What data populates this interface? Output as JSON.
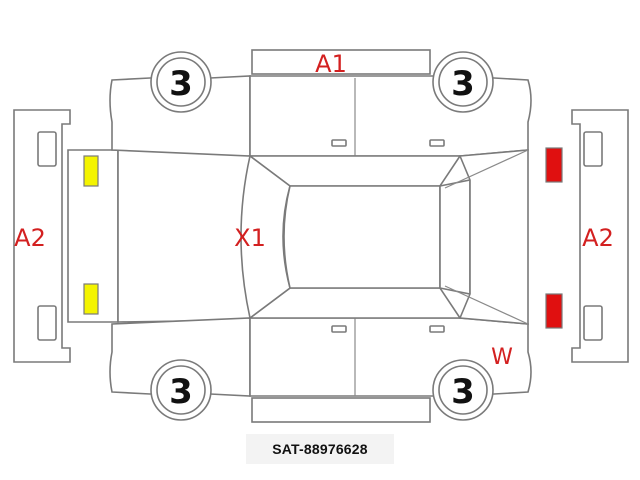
{
  "diagram": {
    "marks": {
      "front_panel": "A1",
      "left_bumper": "A2",
      "right_bumper": "A2",
      "center": "X1",
      "rear_right": "W"
    },
    "wheels": {
      "front_left": "3",
      "front_right": "3",
      "rear_left": "3",
      "rear_right": "3"
    },
    "colors": {
      "damage_text": "#d32020",
      "yellow_light": "#f4f400",
      "red_light": "#e01010",
      "outline": "#7a7a7a"
    }
  },
  "footer": {
    "id": "SAT-88976628"
  }
}
